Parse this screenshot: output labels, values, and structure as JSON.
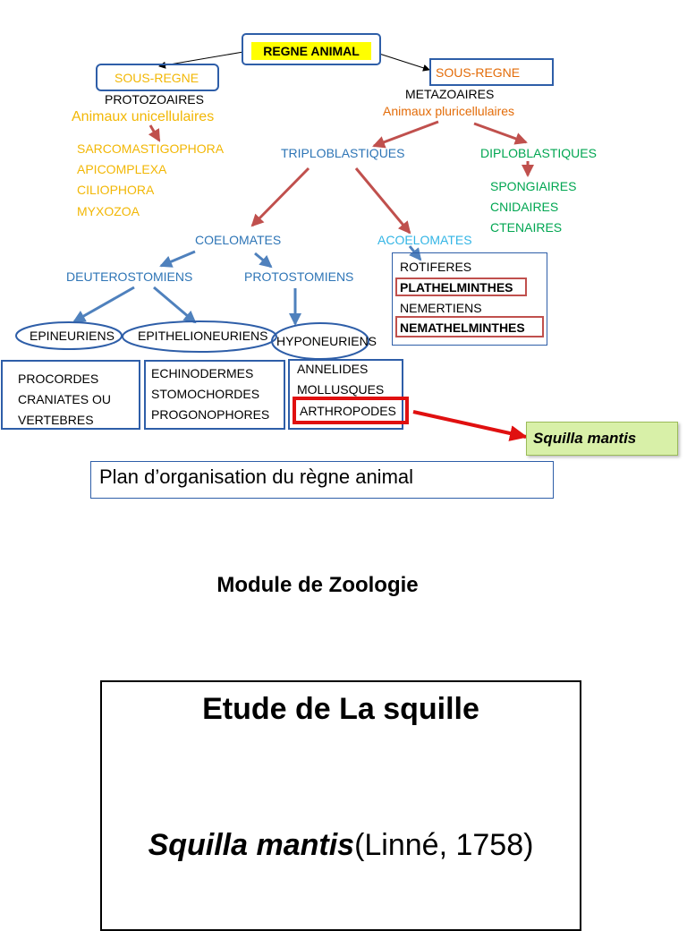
{
  "diagram": {
    "root": "REGNE ANIMAL",
    "left": {
      "sous_regne": "SOUS-REGNE",
      "name": "PROTOZOAIRES",
      "description": "Animaux unicellulaires",
      "groups": [
        "SARCOMASTIGOPHORA",
        "APICOMPLEXA",
        "CILIOPHORA",
        "MYXOZOA"
      ]
    },
    "right": {
      "sous_regne": "SOUS-REGNE",
      "name": "METAZOAIRES",
      "description": "Animaux pluricellulaires",
      "triploblastiques": "TRIPLOBLASTIQUES",
      "diploblastiques": "DIPLOBLASTIQUES",
      "diplo_groups": [
        "SPONGIAIRES",
        "CNIDAIRES",
        "CTENAIRES"
      ],
      "coelomates": "COELOMATES",
      "acoelomates": "ACOELOMATES",
      "acoelo_groups": [
        "ROTIFERES",
        "PLATHELMINTHES",
        "NEMERTIENS",
        "NEMATHELMINTHES"
      ],
      "deuterostomiens": "DEUTEROSTOMIENS",
      "protostomiens": "PROTOSTOMIENS",
      "epineuriens": "EPINEURIENS",
      "epithelioneuriens": "EPITHELIONEURIENS",
      "hyponeuriens": "HYPONEURIENS",
      "epineuriens_groups": [
        "PROCORDES",
        "CRANIATES OU",
        "VERTEBRES"
      ],
      "epithelio_groups": [
        "ECHINODERMES",
        "STOMOCHORDES",
        "PROGONOPHORES"
      ],
      "hypo_groups": [
        "ANNELIDES",
        "MOLLUSQUES",
        "ARTHROPODES"
      ]
    },
    "species_label": "Squilla mantis",
    "caption": "Plan d’organisation du règne animal"
  },
  "module_title": "Module de Zoologie",
  "card": {
    "title": "Etude de La squille",
    "species": "Squilla mantis",
    "authority": "(Linné, 1758)"
  },
  "colors": {
    "blue_box": "#2e5ea8",
    "arrow_red": "#c0504d",
    "arrow_blue": "#4f81bd",
    "highlight_red": "#e01010",
    "root_fill": "#ffff00",
    "callout_fill": "#d8f0a8"
  }
}
